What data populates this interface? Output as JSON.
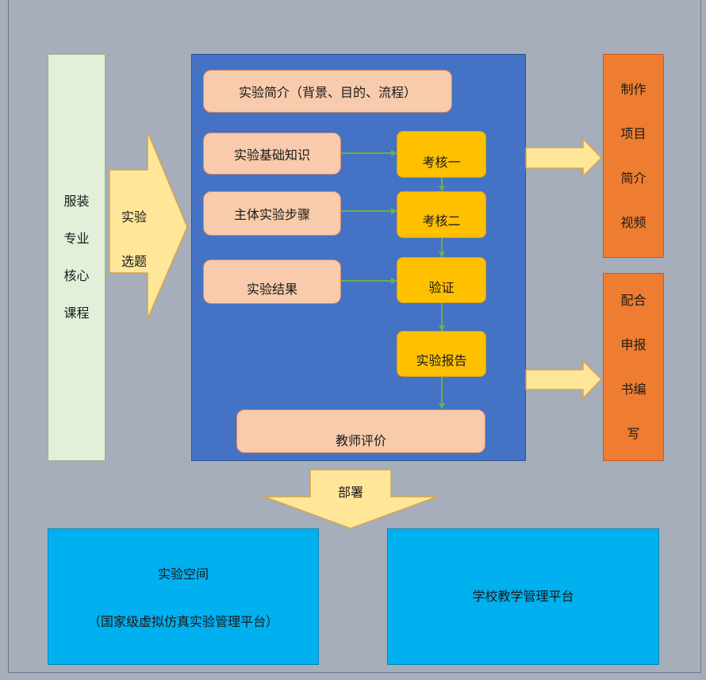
{
  "left_column": {
    "lines": [
      "服装",
      "专业",
      "核心",
      "课程"
    ]
  },
  "arrow_select": {
    "lines": [
      "实验",
      "选题"
    ]
  },
  "main": {
    "intro": "实验简介（背景、目的、流程）",
    "basic_knowledge": "实验基础知识",
    "main_steps": "主体实验步骤",
    "result": "实验结果",
    "assess_one": "考核一",
    "assess_two": "考核二",
    "verify": "验证",
    "report": "实验报告",
    "teacher_eval": "教师评价"
  },
  "right_top": {
    "lines": [
      "制作",
      "项目",
      "简介",
      "视频"
    ]
  },
  "right_bottom": {
    "lines": [
      "配合",
      "申报",
      "书编",
      "写"
    ]
  },
  "deploy_arrow": "部署",
  "bottom_left": {
    "title": "实验空间",
    "subtitle": "（国家级虚拟仿真实验管理平台）"
  },
  "bottom_right": {
    "title": "学校教学管理平台"
  },
  "colors": {
    "background": "#a6adbb",
    "panel": "#4472c4",
    "peach": "#f7cbab",
    "gold": "#ffc000",
    "orange": "#ee7d31",
    "cyan": "#00b0ef",
    "light_green": "#e2efd9",
    "arrow_fill": "#ffe699",
    "connector": "#70ad47"
  }
}
